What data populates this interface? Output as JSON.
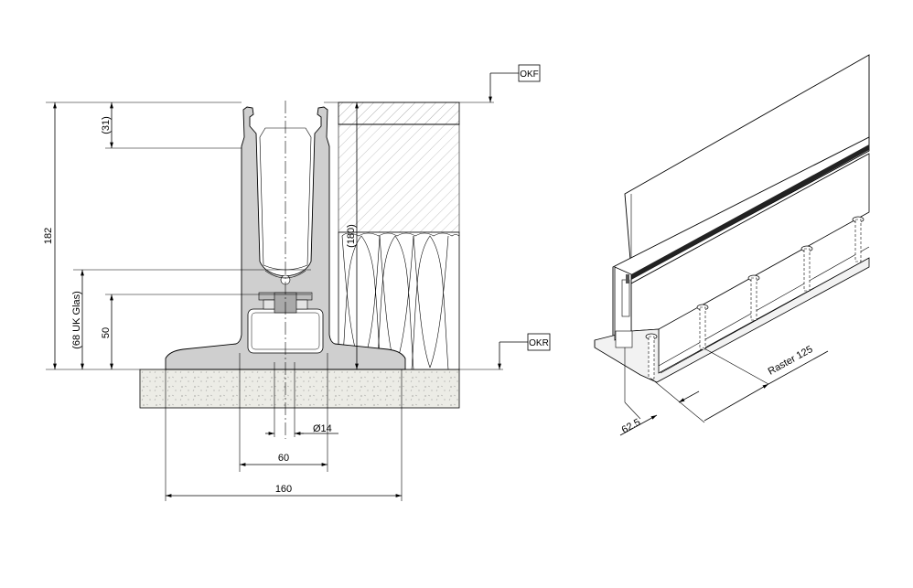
{
  "colors": {
    "profile_fill": "#cfcfcf",
    "concrete_fill": "#e8e8e0",
    "line": "#000000",
    "glass": "#ffffff"
  },
  "labels": {
    "okf": "OKF",
    "okr": "OKR"
  },
  "dimensions": {
    "height_182": "182",
    "height_31": "(31)",
    "height_68": "(68 UK Glas)",
    "height_50": "50",
    "height_180": "(180)",
    "diameter": "Ø14",
    "width_60": "60",
    "width_160": "160",
    "raster": "Raster 125",
    "offset_625": "62.5"
  }
}
